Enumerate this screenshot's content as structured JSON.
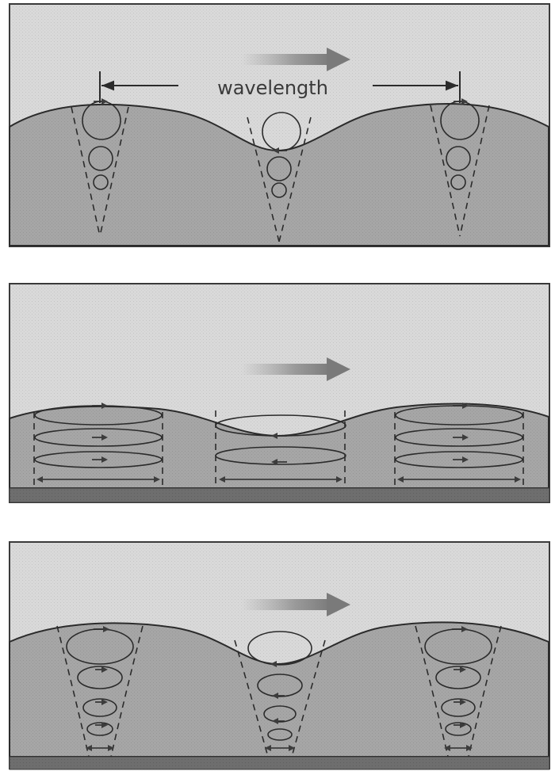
{
  "panels": [
    {
      "id": "deep-water",
      "label": "wavelength",
      "seabed": false
    },
    {
      "id": "shallow-water",
      "seabed": true
    },
    {
      "id": "transitional-water",
      "seabed": true
    }
  ],
  "colors": {
    "air": "#d9d9d9",
    "water": "#a6a6a6",
    "seabed": "#6e6e6e",
    "line": "#2b2b2b",
    "arrow": "#3c3c3c",
    "frame": "#3a3a3a"
  },
  "icons": {
    "direction": "propagation-arrow-icon",
    "orbit": "orbit-direction-arrow-icon"
  }
}
